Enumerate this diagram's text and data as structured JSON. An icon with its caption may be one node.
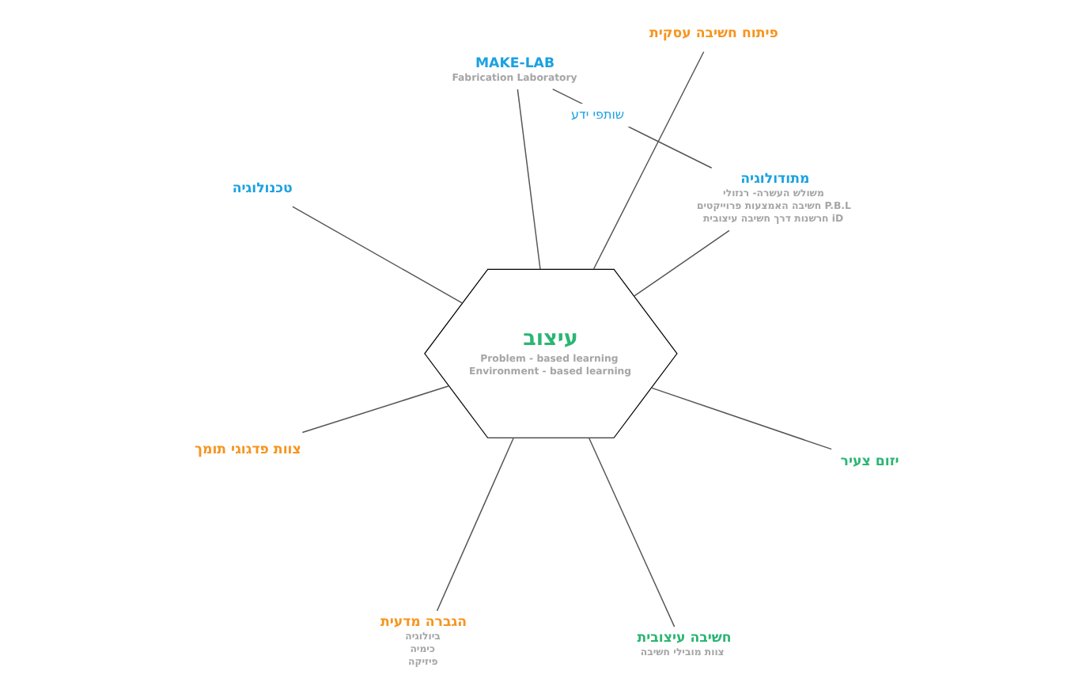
{
  "diagram": {
    "nodes": [
      {
        "text": [
          "עיצוב",
          "Problem - based learning",
          "Environment - based learning"
        ]
      },
      {
        "text": [
          "יזום צעיר"
        ]
      },
      {
        "text": [
          "הגברה מדעית",
          "ביולוגיה",
          "כימיה",
          "פיזיקה"
        ]
      },
      {
        "text": [
          "MAKE-LAB",
          "Fabrication Laboratory"
        ]
      },
      {
        "text": [
          "פיתוח חשיבה עסקית"
        ]
      },
      {
        "text": [
          "טכנולוגיה"
        ]
      },
      {
        "text": [
          "צוות פדגוגי תומך"
        ]
      },
      {
        "text": [
          "מתודולוגיה",
          "משולש העשרה- רנזולי",
          "חשיבה האמצעות פרוייקטים P.B.L",
          "חרשנות דרך חשיבה עיצובית iD"
        ]
      },
      {
        "text": [
          "חשיבה עיצובית",
          "צוות מובילי חשיבה"
        ]
      }
    ],
    "edges": [
      {
        "from": 0,
        "to": 1,
        "arrow": "none"
      },
      {
        "from": 0,
        "to": 2,
        "arrow": "none"
      },
      {
        "from": 0,
        "to": 3,
        "arrow": "none"
      },
      {
        "from": 0,
        "to": 4,
        "arrow": "none"
      },
      {
        "from": 0,
        "to": 5,
        "arrow": "none"
      },
      {
        "from": 0,
        "to": 6,
        "arrow": "none"
      },
      {
        "from": 0,
        "to": 7,
        "arrow": "none"
      },
      {
        "from": 0,
        "to": 8,
        "arrow": "none"
      },
      {
        "from": 3,
        "to": 7,
        "arrow": "none",
        "label": "שותפי ידע"
      }
    ]
  }
}
